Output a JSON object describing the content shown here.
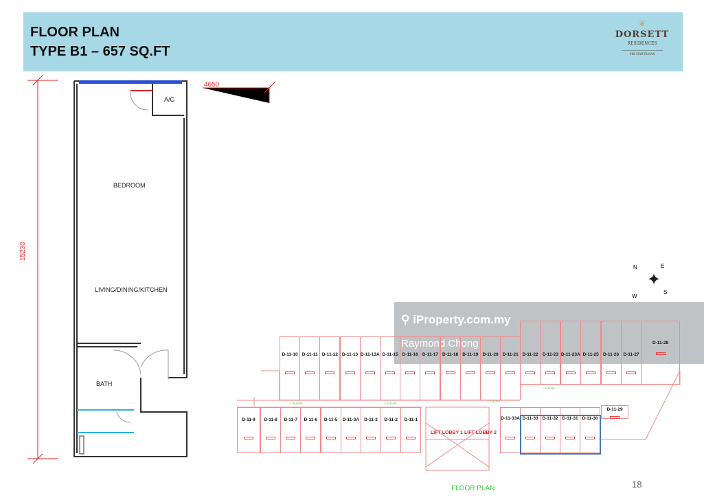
{
  "header": {
    "title_line1": "FLOOR PLAN",
    "title_line2": "TYPE B1 – 657 SQ.FT"
  },
  "logo": {
    "brand": "DORSETT",
    "sub": "RESIDENCES",
    "location": "SRI HARTAMAS"
  },
  "unit_plan": {
    "rooms": [
      "A/C",
      "BEDROOM",
      "LIVING/DINING/KITCHEN",
      "BATH"
    ],
    "width_dim": "4650",
    "length_dim": "15230"
  },
  "site_plan": {
    "top_row": [
      "D-11-10",
      "D-11-11",
      "D-11-12",
      "D-11-13",
      "D-11-13A",
      "D-11-15",
      "D-11-16",
      "D-11-17",
      "D-11-18",
      "D-11-19",
      "D-11-20",
      "D-11-21"
    ],
    "upper_row": [
      "D-11-22",
      "D-11-23",
      "D-11-23A",
      "D-11-25",
      "D-11-26",
      "D-11-27"
    ],
    "corner_unit": "D-11-28",
    "end_unit": "D-11-29",
    "bottom_row": [
      "D-11-9",
      "D-11-8",
      "D-11-7",
      "D-11-6",
      "D-11-5",
      "D-11-3A",
      "D-11-3",
      "D-11-2",
      "D-11-1"
    ],
    "right_bottom_row": [
      "D-11-33A",
      "D-11-33",
      "D-11-32",
      "D-11-31",
      "D-11-30"
    ],
    "lobbies": [
      "LIFT LOBBY 1",
      "LIFT LOBBY 2"
    ],
    "corridor": "LALUAN",
    "compass": {
      "n": "N",
      "e": "E",
      "s": "S",
      "w": "W"
    },
    "caption": "FLOOR PLAN",
    "highlight_color": "#4a76b5"
  },
  "watermark": {
    "site": "iProperty.com.my",
    "agent": "Raymond Chong"
  },
  "page_number": "18"
}
